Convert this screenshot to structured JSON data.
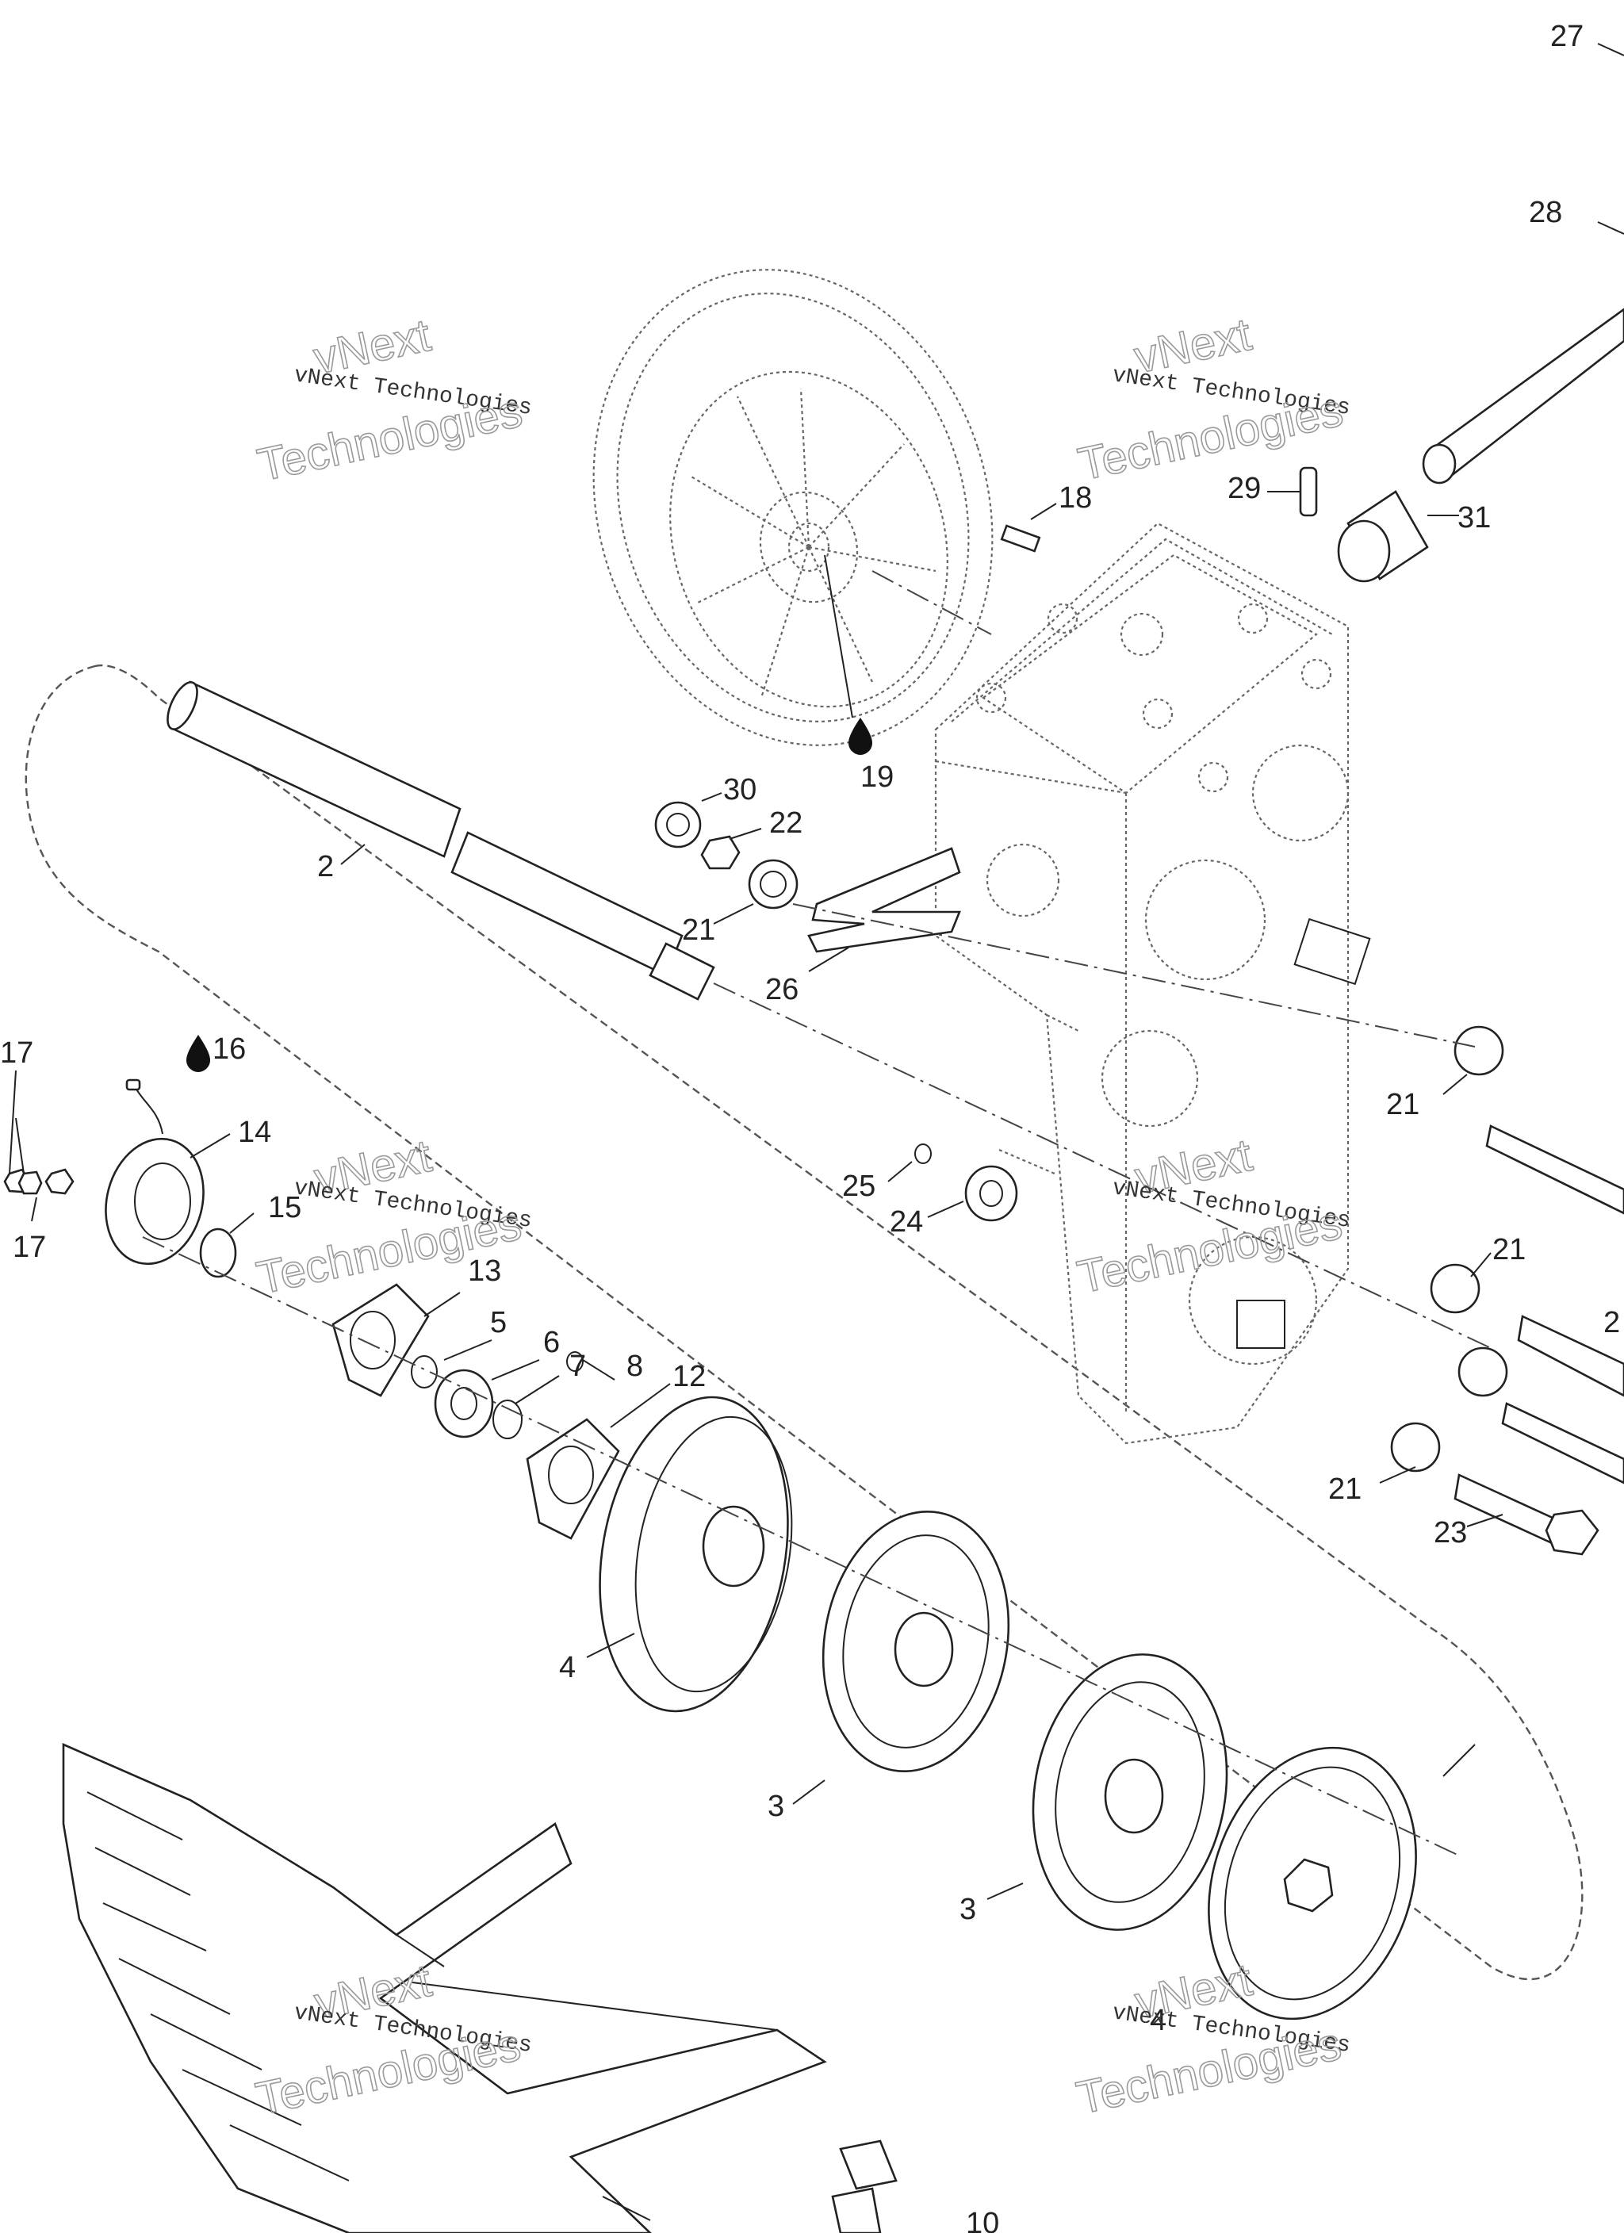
{
  "callouts": [
    {
      "id": "c27",
      "text": "27"
    },
    {
      "id": "c28",
      "text": "28"
    },
    {
      "id": "c18",
      "text": "18"
    },
    {
      "id": "c29",
      "text": "29"
    },
    {
      "id": "c31",
      "text": "31"
    },
    {
      "id": "c19",
      "text": "19"
    },
    {
      "id": "c30",
      "text": "30"
    },
    {
      "id": "c22",
      "text": "22"
    },
    {
      "id": "c2a",
      "text": "2"
    },
    {
      "id": "c21a",
      "text": "21"
    },
    {
      "id": "c26",
      "text": "26"
    },
    {
      "id": "c17a",
      "text": "17"
    },
    {
      "id": "c16",
      "text": "16"
    },
    {
      "id": "c14",
      "text": "14"
    },
    {
      "id": "c17b",
      "text": "17"
    },
    {
      "id": "c15",
      "text": "15"
    },
    {
      "id": "c21b",
      "text": "21"
    },
    {
      "id": "c25",
      "text": "25"
    },
    {
      "id": "c24",
      "text": "24"
    },
    {
      "id": "c21c",
      "text": "21"
    },
    {
      "id": "c13",
      "text": "13"
    },
    {
      "id": "c5",
      "text": "5"
    },
    {
      "id": "c6",
      "text": "6"
    },
    {
      "id": "c7",
      "text": "7"
    },
    {
      "id": "c8",
      "text": "8"
    },
    {
      "id": "c12",
      "text": "12"
    },
    {
      "id": "c2b",
      "text": "2"
    },
    {
      "id": "c21d",
      "text": "21"
    },
    {
      "id": "c23",
      "text": "23"
    },
    {
      "id": "c4a",
      "text": "4"
    },
    {
      "id": "c3a",
      "text": "3"
    },
    {
      "id": "c3b",
      "text": "3"
    },
    {
      "id": "c4b",
      "text": "4"
    },
    {
      "id": "c10",
      "text": "10"
    }
  ],
  "watermark": {
    "company": "vNext Technologies",
    "line1": "vNext",
    "line2": "Technologies"
  },
  "icons": {
    "oil_drop": "oil-drop-icon"
  }
}
